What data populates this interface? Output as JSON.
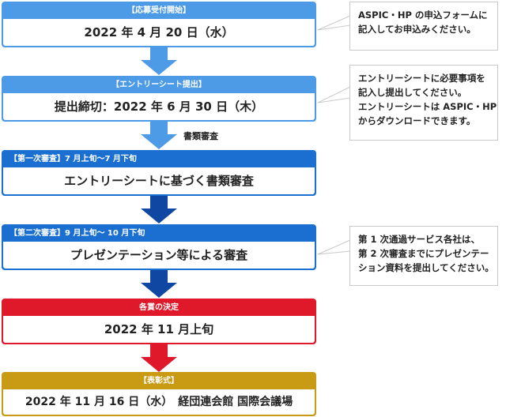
{
  "steps": [
    {
      "header": "【応募受付開始】",
      "body": "2022 年 4 月 20 日（水）",
      "color": "#4d9be6",
      "align": "center"
    },
    {
      "header": "【エントリーシート提出】",
      "body": "提出締切：2022 年 6 月 30 日（木）",
      "color": "#4d9be6",
      "align": "center"
    },
    {
      "header": "【第一次審査】7 月上旬～7 月下旬",
      "body": "エントリーシートに基づく書類審査",
      "color": "#1a6fd1",
      "align": "left"
    },
    {
      "header": "【第二次審査】9 月上旬～ 10 月下旬",
      "body": "プレゼンテーション等による審査",
      "color": "#1a6fd1",
      "align": "left"
    },
    {
      "header": "各賞の決定",
      "body": "2022 年 11 月上旬",
      "color": "#e0192a",
      "align": "center"
    },
    {
      "header": "【表彰式】",
      "body": "2022 年 11 月 16 日（水）　経団連会館 国際会議場",
      "color": "#c99a14",
      "align": "center"
    }
  ],
  "arrow_label": "書類審査",
  "notes": [
    {
      "lines": [
        "ASPIC・HP の申込フォームに",
        "記入してお申込みください。"
      ]
    },
    {
      "lines": [
        "エントリーシートに必要事項を",
        "記入し提出してください。",
        "エントリーシートは ASPIC・HP",
        "からダウンロードできます。"
      ]
    },
    {
      "lines": [
        "第 1 次通過サービス各社は、",
        "第 2 次審査までにプレゼンテー",
        "ション資料を提出してください。"
      ]
    }
  ],
  "colors": {
    "arrow_light": "#4d9be6",
    "arrow_dark": "#0f47a3",
    "arrow_red": "#e0192a"
  }
}
